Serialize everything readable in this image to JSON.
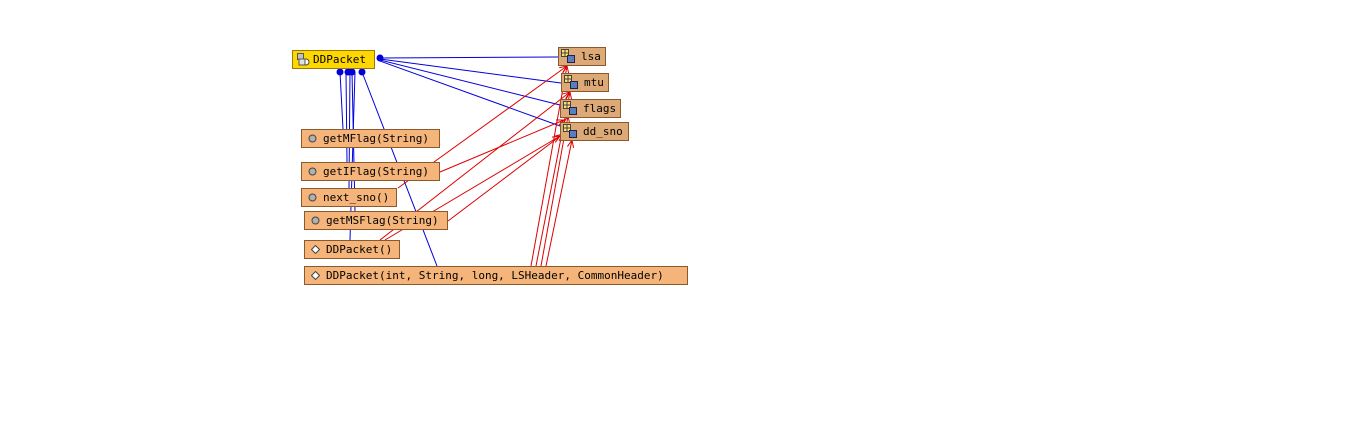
{
  "class_node": {
    "label": "DDPacket",
    "icon": "class-icon"
  },
  "methods": [
    {
      "id": "getMFlag",
      "label": "getMFlag(String)",
      "icon": "method-icon"
    },
    {
      "id": "getIFlag",
      "label": "getIFlag(String)",
      "icon": "method-icon"
    },
    {
      "id": "next_sno",
      "label": "next_sno()",
      "icon": "method-icon"
    },
    {
      "id": "getMSFlag",
      "label": "getMSFlag(String)",
      "icon": "method-icon"
    },
    {
      "id": "ctor0",
      "label": "DDPacket()",
      "icon": "constructor-icon"
    },
    {
      "id": "ctor5",
      "label": "DDPacket(int, String, long, LSHeader, CommonHeader)",
      "icon": "constructor-icon"
    }
  ],
  "fields": [
    {
      "id": "lsa",
      "label": "lsa",
      "icon": "field-icon"
    },
    {
      "id": "mtu",
      "label": "mtu",
      "icon": "field-icon"
    },
    {
      "id": "flags",
      "label": "flags",
      "icon": "field-icon"
    },
    {
      "id": "dd_sno",
      "label": "dd_sno",
      "icon": "field-icon"
    }
  ],
  "colors": {
    "containment_edge": "#0000dd",
    "access_edge": "#dd0000",
    "class_fill": "#ffd700",
    "member_fill": "#f5b57a",
    "field_fill": "#ddaa77"
  }
}
